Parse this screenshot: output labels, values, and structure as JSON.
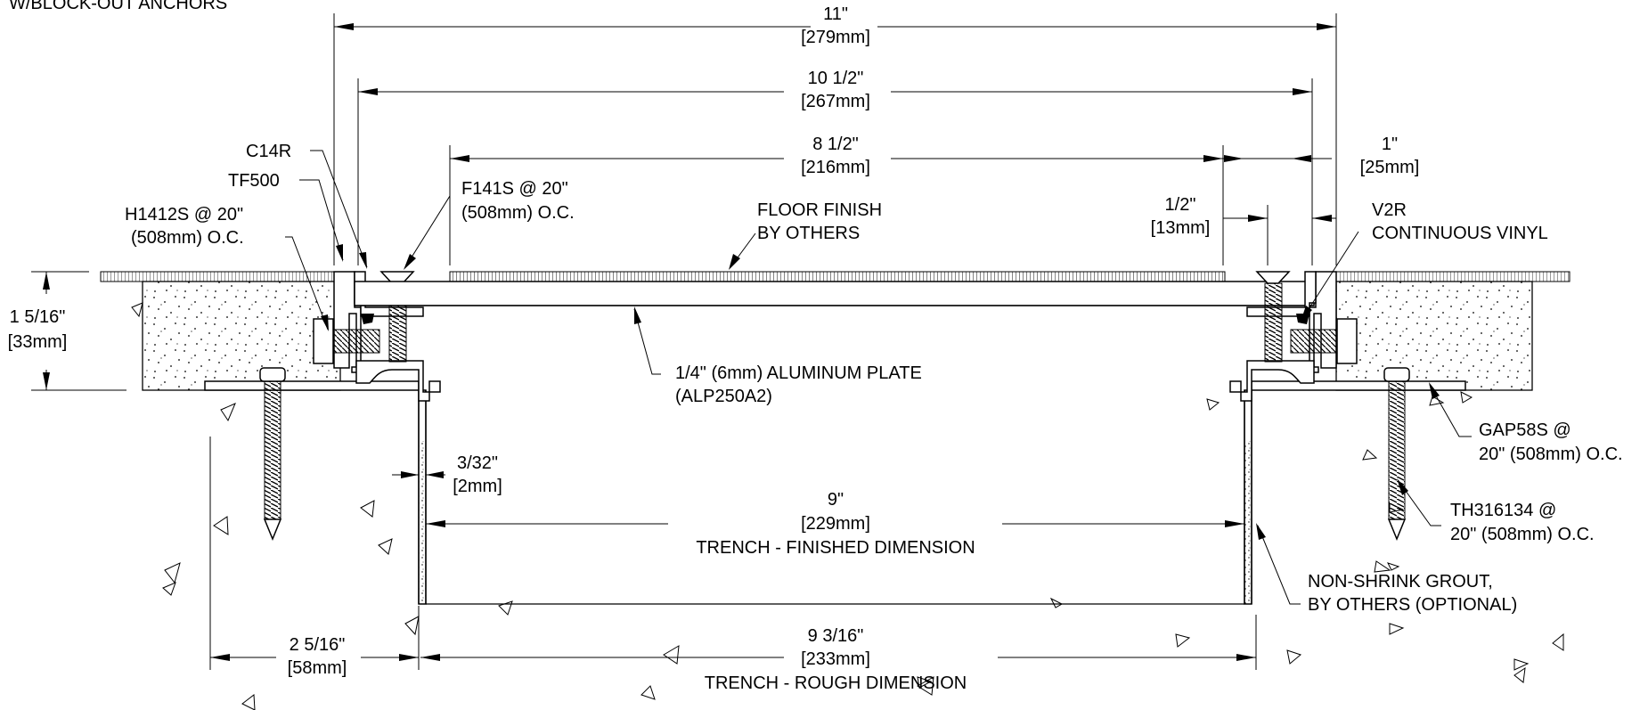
{
  "header_note": "W/BLOCK-OUT ANCHORS",
  "dimensions": {
    "overall": {
      "in": "11\"",
      "mm": "[279mm]"
    },
    "frame": {
      "in": "10 1/2\"",
      "mm": "[267mm]"
    },
    "plate": {
      "in": "8 1/2\"",
      "mm": "[216mm]"
    },
    "edge_right": {
      "in": "1\"",
      "mm": "[25mm]"
    },
    "gap": {
      "in": "1/2\"",
      "mm": "[13mm]"
    },
    "depth": {
      "in": "1 5/16\"",
      "mm": "[33mm]"
    },
    "wall": {
      "in": "3/32\"",
      "mm": "[2mm]"
    },
    "finished": {
      "in": "9\"",
      "mm": "[229mm]",
      "label": "TRENCH - FINISHED DIMENSION"
    },
    "anchor": {
      "in": "2 5/16\"",
      "mm": "[58mm]"
    },
    "rough": {
      "in": "9 3/16\"",
      "mm": "[233mm]",
      "label": "TRENCH - ROUGH DIMENSION"
    }
  },
  "callouts": {
    "c14r": "C14R",
    "tf500": "TF500",
    "h1412s": [
      "H1412S @ 20\"",
      "(508mm) O.C."
    ],
    "f141s": [
      "F141S @ 20\"",
      "(508mm) O.C."
    ],
    "floor_finish": [
      "FLOOR FINISH",
      "BY OTHERS"
    ],
    "v2r": [
      "V2R",
      "CONTINUOUS VINYL"
    ],
    "plate": [
      "1/4\" (6mm) ALUMINUM PLATE",
      "(ALP250A2)"
    ],
    "gap58s": [
      "GAP58S @",
      "20\" (508mm) O.C."
    ],
    "th316134": [
      "TH316134 @",
      "20\" (508mm) O.C."
    ],
    "grout": [
      "NON-SHRINK GROUT,",
      "BY OTHERS (OPTIONAL)"
    ]
  }
}
